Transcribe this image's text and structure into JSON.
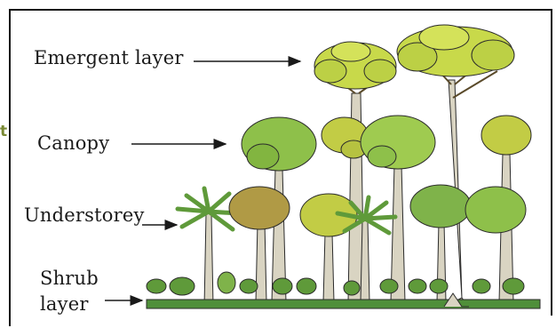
{
  "labels": {
    "emergent": "Emergent layer",
    "canopy": "Canopy",
    "understorey": "Understorey",
    "shrub_line1": "Shrub",
    "shrub_line2": "layer"
  },
  "edge_fragment": "t",
  "colors": {
    "emergent_foliage": "#c8d94a",
    "canopy_foliage": "#8ec04a",
    "understorey_foliage": "#7fb34a",
    "trunk": "#d9d4c2",
    "ground": "#4f8f3a",
    "outline": "#2b2b2b"
  }
}
